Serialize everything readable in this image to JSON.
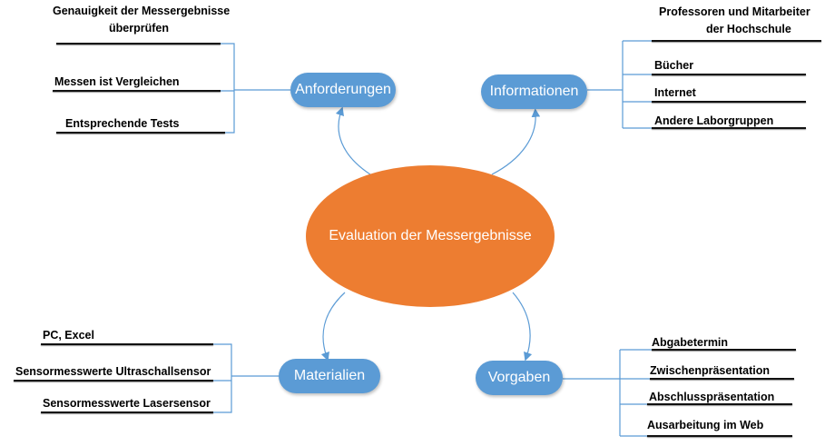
{
  "center": {
    "label": "Evaluation der Messergebnisse"
  },
  "branches": {
    "anforderungen": {
      "label": "Anforderungen",
      "items": [
        "Genauigkeit der Messergebnisse",
        "überprüfen",
        "Messen ist Vergleichen",
        "Entsprechende Tests"
      ]
    },
    "informationen": {
      "label": "Informationen",
      "items": [
        "Professoren und Mitarbeiter",
        "der Hochschule",
        "Bücher",
        "Internet",
        "Andere Laborgruppen"
      ]
    },
    "materialien": {
      "label": "Materialien",
      "items": [
        "PC, Excel",
        "Sensormesswerte Ultraschallsensor",
        "Sensormesswerte Lasersensor"
      ]
    },
    "vorgaben": {
      "label": "Vorgaben",
      "items": [
        "Abgabetermin",
        "Zwischenpräsentation",
        "Abschlusspräsentation",
        "Ausarbeitung im Web"
      ]
    }
  },
  "colors": {
    "center": "#ED7D31",
    "node": "#5B9BD5",
    "connector": "#5B9BD5"
  }
}
